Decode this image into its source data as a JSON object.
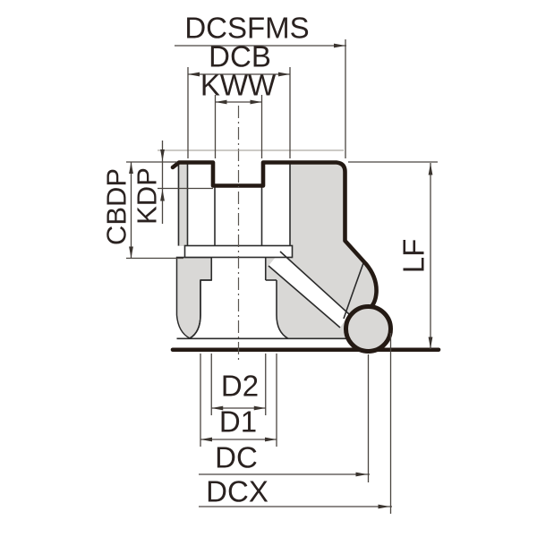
{
  "drawing": {
    "title": "Face mill cutter cross-section dimension diagram",
    "colors": {
      "outline": "#241a14",
      "dimension_line": "#4a4540",
      "section_fill": "#d9d8d6",
      "text": "#2a2220",
      "background": "#ffffff"
    },
    "dimensions": {
      "dcsfms": "DCSFMS",
      "dcb": "DCB",
      "kww": "KWW",
      "cbdp": "CBDP",
      "kdp": "KDP",
      "lf": "LF",
      "d2": "D2",
      "d1": "D1",
      "dc": "DC",
      "dcx": "DCX"
    }
  }
}
